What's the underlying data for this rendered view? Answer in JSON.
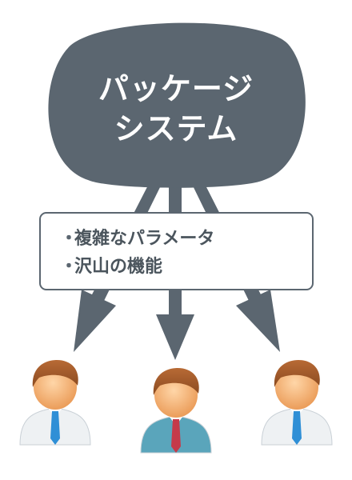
{
  "package": {
    "title_lines": [
      "パッケージ",
      "システム"
    ],
    "fill_color": "#5b6670"
  },
  "features": {
    "bullet": "・",
    "items": [
      "複雑なパラメータ",
      "沢山の機能"
    ]
  },
  "users": [
    {
      "name": "user-left",
      "shirt_color": "#eef1f3",
      "tie_color": "#2f8fd6"
    },
    {
      "name": "user-center",
      "shirt_color": "#5aa5bb",
      "tie_color": "#c53a4a"
    },
    {
      "name": "user-right",
      "shirt_color": "#eef1f3",
      "tie_color": "#2f8fd6"
    }
  ],
  "colors": {
    "arrow": "#5b6670",
    "skin": "#f2aa6e",
    "hair": "#a0592a"
  }
}
